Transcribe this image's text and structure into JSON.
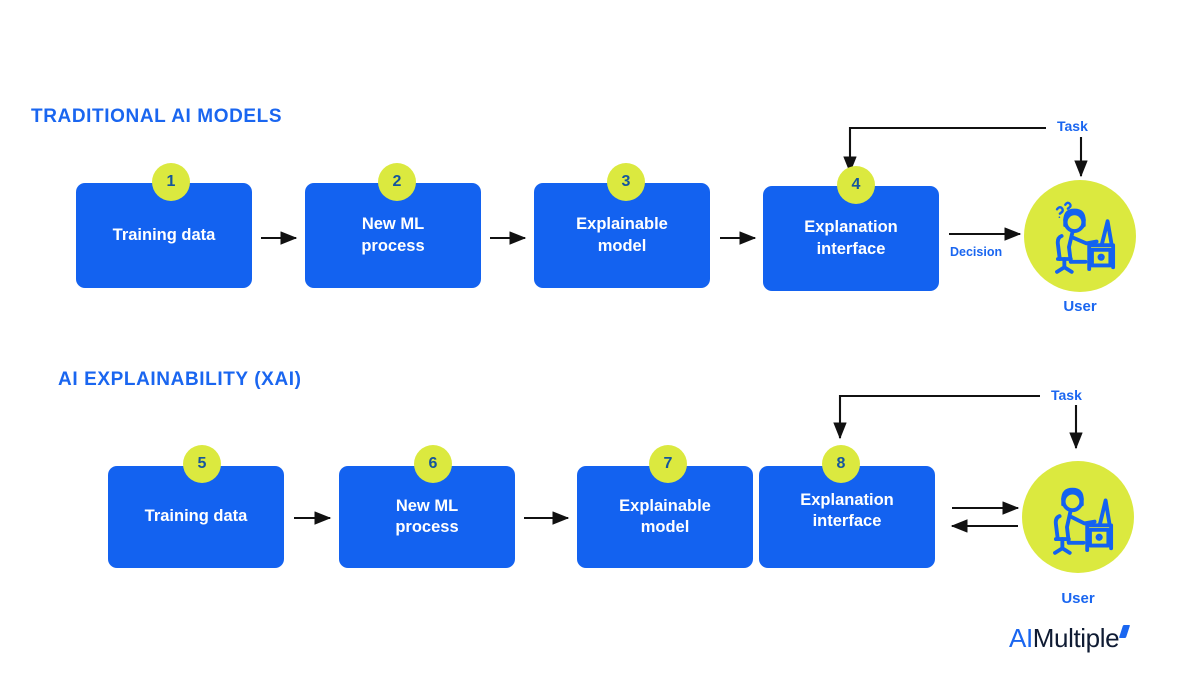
{
  "colors": {
    "box_blue": "#1362f0",
    "badge_lime": "#dbe93f",
    "text_blue": "#1a66f0",
    "badge_number": "#15559c",
    "arrow_black": "#111111",
    "background": "#ffffff",
    "logo_dark": "#0f1b33"
  },
  "sections": [
    {
      "id": "traditional",
      "title": "TRADITIONAL AI MODELS",
      "steps": [
        {
          "number": "1",
          "label": "Training data"
        },
        {
          "number": "2",
          "label": "New ML\nprocess"
        },
        {
          "number": "3",
          "label": "Explainable\nmodel"
        },
        {
          "number": "4",
          "label": "Explanation\ninterface"
        }
      ],
      "edge_labels": {
        "task": "Task",
        "decision": "Decision"
      },
      "user": {
        "caption": "User",
        "icon": "user-at-desk-confused-icon",
        "confused": true
      }
    },
    {
      "id": "xai",
      "title": "AI EXPLAINABILITY (XAI)",
      "steps": [
        {
          "number": "5",
          "label": "Training data"
        },
        {
          "number": "6",
          "label": "New ML\nprocess"
        },
        {
          "number": "7",
          "label": "Explainable\nmodel"
        },
        {
          "number": "8",
          "label": "Explanation\ninterface"
        }
      ],
      "edge_labels": {
        "task": "Task"
      },
      "user": {
        "caption": "User",
        "icon": "user-at-desk-icon",
        "confused": false
      }
    }
  ],
  "brand": {
    "prefix": "AI",
    "suffix": "Multiple"
  }
}
